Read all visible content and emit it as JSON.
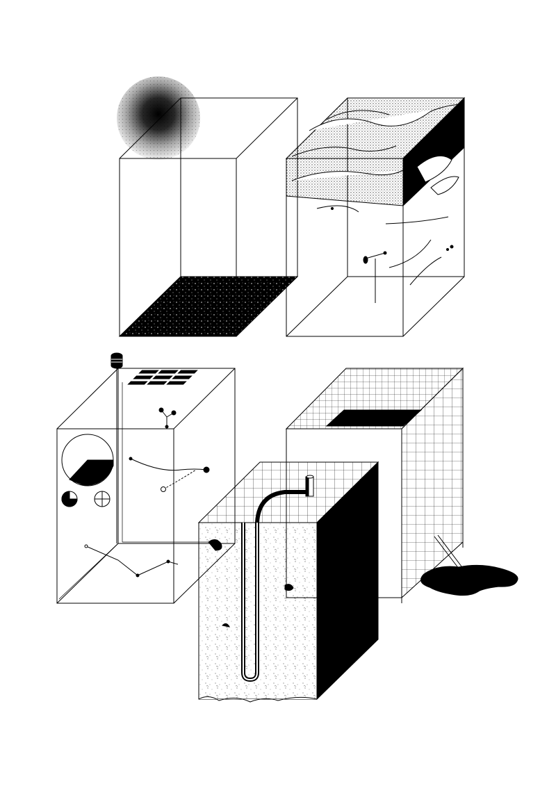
{
  "artwork": {
    "background": "#ffffff",
    "ink": "#000000",
    "panels": [
      {
        "id": "transparent-box-with-dark-floor",
        "features": [
          "stippled-sphere",
          "speckled-black-floor"
        ]
      },
      {
        "id": "geological-cutaway-box",
        "features": [
          "stippled-strata",
          "black-veins",
          "small-markers"
        ]
      },
      {
        "id": "measuring-box",
        "features": [
          "stacked-discs-icon",
          "brick-tiles",
          "pie-circle-icons",
          "measurement-rulers",
          "plotted-lines"
        ]
      },
      {
        "id": "mesh-cage-box",
        "features": [
          "black-liquid-top",
          "grid-mesh-sides",
          "spilled-puddle"
        ]
      },
      {
        "id": "concrete-block-with-pipe",
        "features": [
          "grid-top",
          "textured-front",
          "black-side",
          "u-pipe"
        ]
      }
    ]
  }
}
